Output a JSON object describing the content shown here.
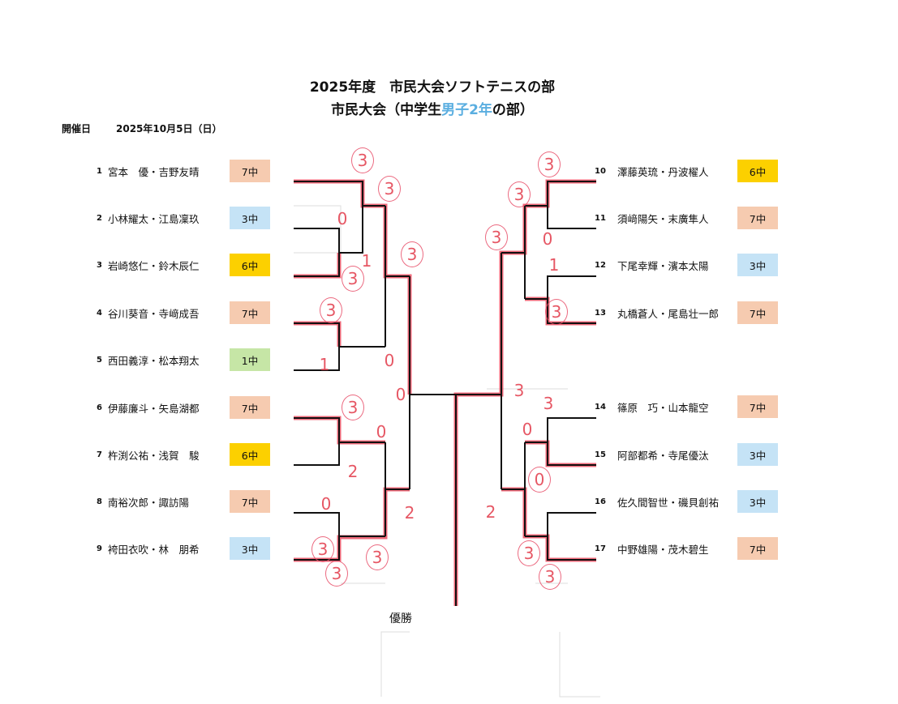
{
  "header": {
    "title_line1": "2025年度　市民大会ソフトテニスの部",
    "title_line2_a": "市民大会（中学生",
    "title_line2_b": "男子2年",
    "title_line2_c": "の部）",
    "date_label": "開催日",
    "date_value": "2025年10月5日（日）"
  },
  "school_colors": {
    "7中": "#f6cbb0",
    "3中": "#c5e3f6",
    "6中": "#fcd000",
    "1中": "#c6e6a6"
  },
  "left_entries": [
    {
      "no": "1",
      "name": "宮本　優・吉野友晴",
      "school": "7中"
    },
    {
      "no": "2",
      "name": "小林耀太・江島凜玖",
      "school": "3中"
    },
    {
      "no": "3",
      "name": "岩崎悠仁・鈴木辰仁",
      "school": "6中"
    },
    {
      "no": "4",
      "name": "谷川葵音・寺﨑成吾",
      "school": "7中"
    },
    {
      "no": "5",
      "name": "西田義淳・松本翔太",
      "school": "1中"
    },
    {
      "no": "6",
      "name": "伊藤廉斗・矢島湖都",
      "school": "7中"
    },
    {
      "no": "7",
      "name": "杵渕公祐・浅賀　駿",
      "school": "6中"
    },
    {
      "no": "8",
      "name": "南裕次郎・諏訪陽",
      "school": "7中"
    },
    {
      "no": "9",
      "name": "袴田衣吹・林　朋希",
      "school": "3中"
    }
  ],
  "right_entries": [
    {
      "no": "10",
      "name": "澤藤英琉・丹波櫂人",
      "school": "6中"
    },
    {
      "no": "11",
      "name": "須﨑陽矢・末廣隼人",
      "school": "7中"
    },
    {
      "no": "12",
      "name": "下尾幸輝・濱本太陽",
      "school": "3中"
    },
    {
      "no": "13",
      "name": "丸橋蒼人・尾島壮一郎",
      "school": "7中"
    },
    {
      "no": "14",
      "name": "篠原　巧・山本龍空",
      "school": "7中"
    },
    {
      "no": "15",
      "name": "阿部都希・寺尾優汰",
      "school": "3中"
    },
    {
      "no": "16",
      "name": "佐久間智世・磯貝創祐",
      "school": "3中"
    },
    {
      "no": "17",
      "name": "中野雄陽・茂木碧生",
      "school": "7中"
    }
  ],
  "scores": [
    "3",
    "3",
    "0",
    "3",
    "1",
    "3",
    "3",
    "1",
    "0",
    "0",
    "3",
    "0",
    "2",
    "0",
    "3",
    "3",
    "3",
    "2",
    "3",
    "3",
    "0",
    "1",
    "3",
    "3",
    "3",
    "0",
    "0",
    "3",
    "3",
    "3",
    "2"
  ],
  "winner_label": "優勝"
}
